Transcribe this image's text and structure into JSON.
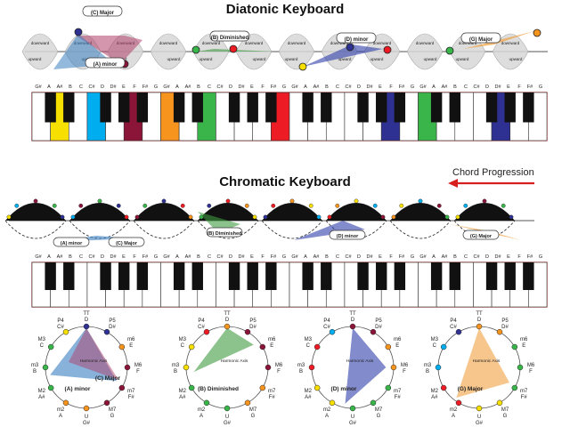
{
  "titles": {
    "diatonic": "Diatonic Keyboard",
    "chromatic": "Chromatic Keyboard",
    "progression": "Chord Progression"
  },
  "note_labels_diatonic": [
    "G#",
    "A",
    "A#",
    "B",
    "C",
    "C#",
    "D",
    "D#",
    "E",
    "F",
    "F#",
    "G",
    "G#",
    "A",
    "A#",
    "B",
    "C",
    "C#",
    "D",
    "D#",
    "E",
    "F",
    "F#",
    "G",
    "G#",
    "A",
    "A#",
    "B",
    "C",
    "C#",
    "D",
    "D#",
    "E",
    "F",
    "F#",
    "G",
    "G#",
    "A",
    "A#",
    "B",
    "C",
    "C#",
    "D",
    "D#",
    "E",
    "F",
    "F#",
    "G"
  ],
  "note_labels_chromatic": [
    "G#",
    "A",
    "A#",
    "B",
    "C",
    "C#",
    "D",
    "D#",
    "E",
    "F",
    "F#",
    "G",
    "G#",
    "A",
    "A#",
    "B",
    "C",
    "C#",
    "D",
    "D#",
    "E",
    "F",
    "F#",
    "G",
    "G#",
    "A",
    "A#",
    "B",
    "C",
    "C#",
    "D",
    "D#",
    "E",
    "F",
    "F#",
    "G",
    "G#",
    "A",
    "A#",
    "B",
    "C",
    "C#",
    "D",
    "D#",
    "E",
    "F",
    "F#",
    "G"
  ],
  "chords_diatonic": [
    "(C) Major",
    "(A) minor",
    "(B) Diminished",
    "(D) minor",
    "(G) Major"
  ],
  "chords_chromatic": [
    "(A) minor",
    "(C) Major",
    "(B) Diminished",
    "(D) minor",
    "(G) Major"
  ],
  "wave_labels": {
    "down": "downward",
    "up": "upward"
  },
  "wheel_notes": [
    "TT",
    "D",
    "P5",
    "D#",
    "m6",
    "E",
    "M6",
    "F",
    "m7",
    "F#",
    "M7",
    "G",
    "U",
    "G#",
    "m2",
    "A",
    "M2",
    "A#",
    "m3",
    "B",
    "M3",
    "C",
    "P4",
    "C#"
  ],
  "wheels": [
    {
      "chord": "(A) minor",
      "chord2": "(C) Major",
      "axis": "Harmonic Axis"
    },
    {
      "chord": "(B) Diminished",
      "axis": "Harmonic Axis"
    },
    {
      "chord": "(D) minor",
      "axis": "Harmonic Axis"
    },
    {
      "chord": "(G) Major",
      "axis": "Harmonic Axis"
    }
  ],
  "colors": {
    "C": "#00aeef",
    "D": "#2e3192",
    "E": "#8b1538",
    "F": "#f7941d",
    "G": "#39b54a",
    "A": "#f7e000",
    "B": "#ed1c24",
    "cmajor": "#b0406a",
    "aminor": "#3a7fc1",
    "bdim": "#3f9a3f",
    "dminor": "#2e3ea8",
    "gmajor": "#f0a040",
    "arrow": "#d62020"
  }
}
